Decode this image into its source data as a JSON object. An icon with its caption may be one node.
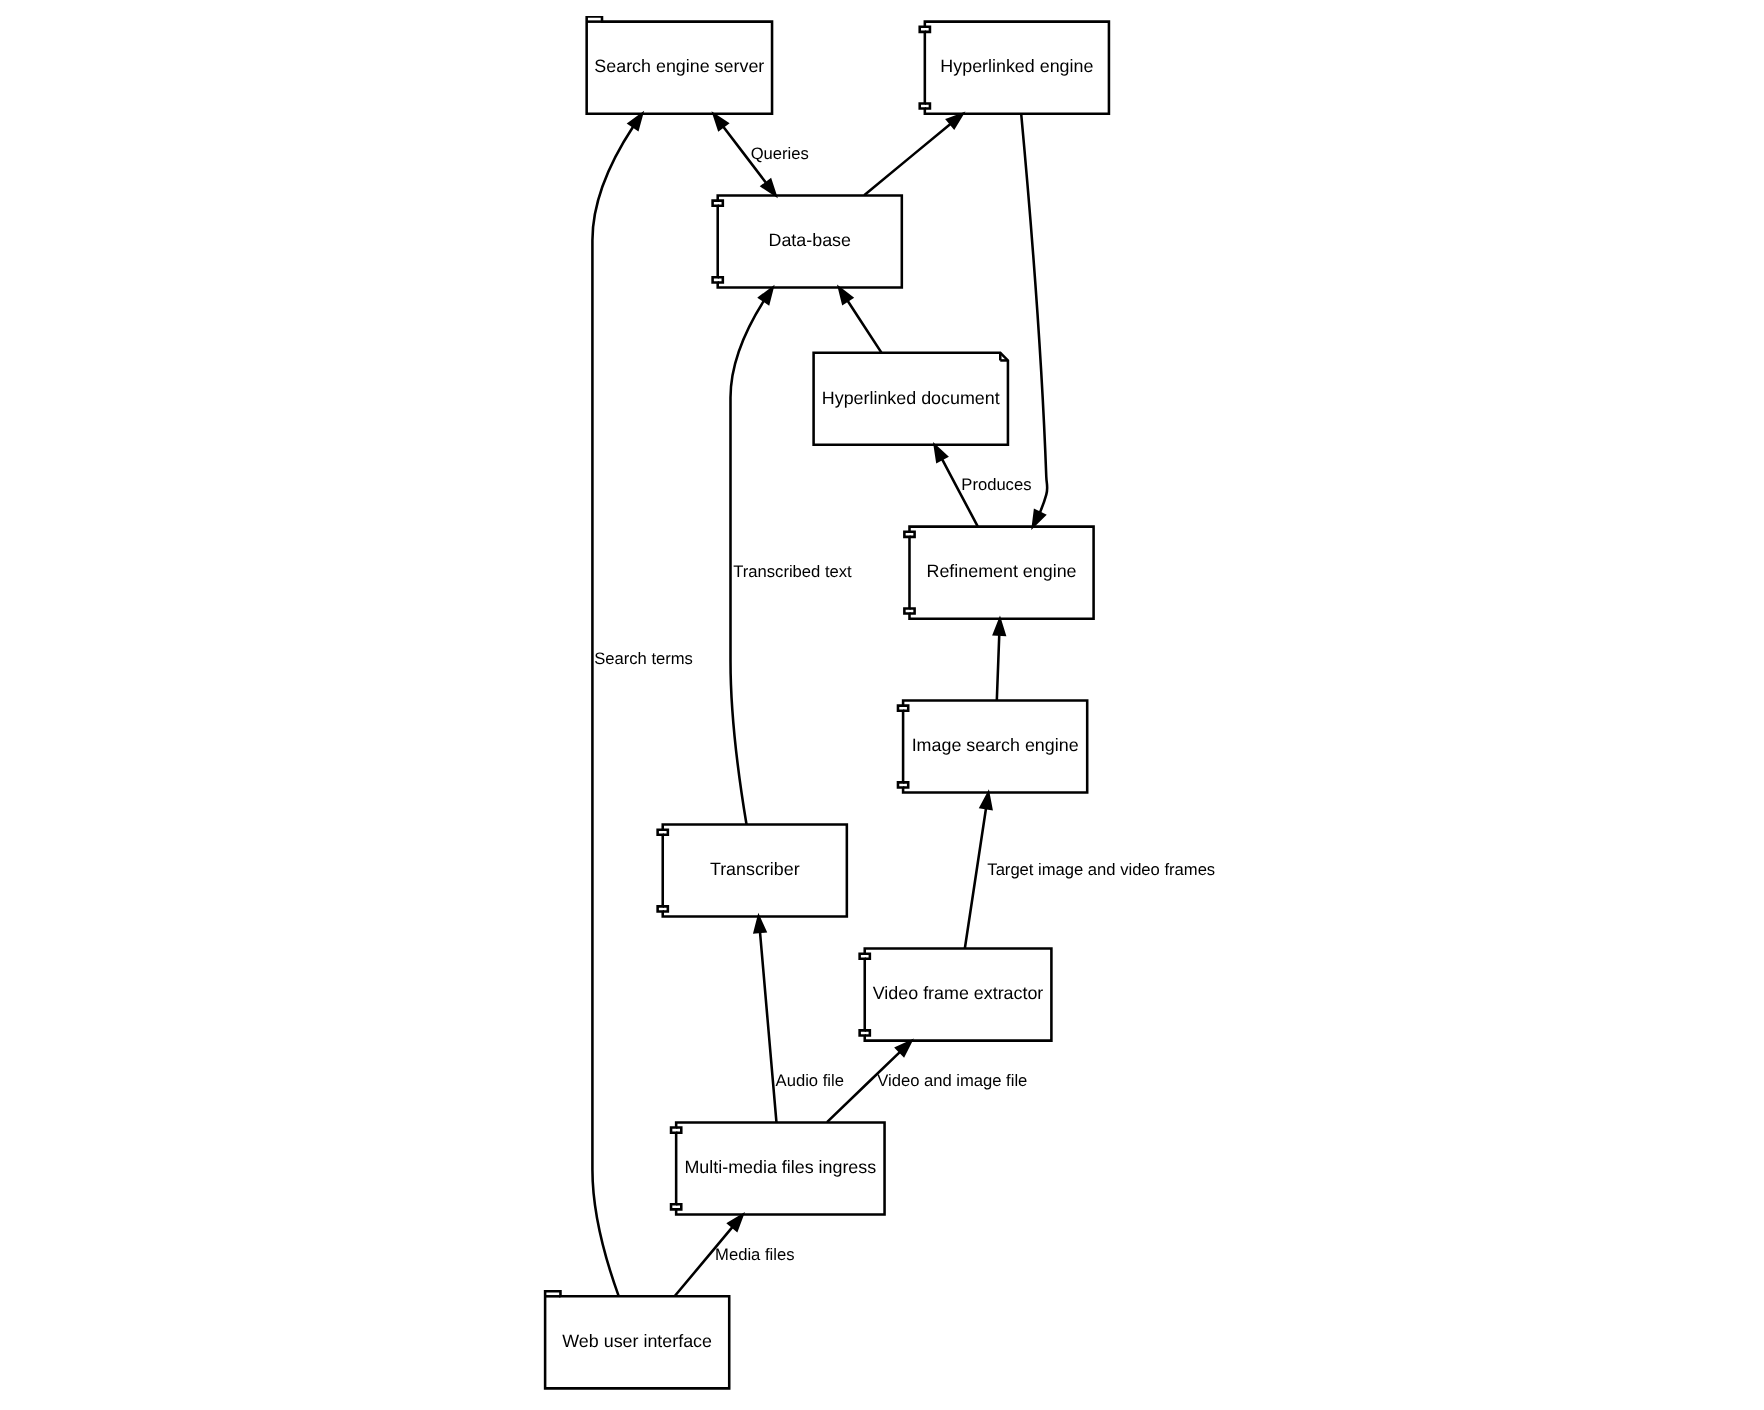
{
  "diagram": {
    "nodes": [
      {
        "text": [
          "Refinement engine"
        ]
      },
      {
        "text": [
          "Image search engine"
        ]
      },
      {
        "text": [
          "Hyperlinked document"
        ]
      },
      {
        "text": [
          "Hyperlinked engine"
        ]
      },
      {
        "text": [
          "Data-base"
        ]
      },
      {
        "text": [
          "Transcriber"
        ]
      },
      {
        "text": [
          "Video frame extractor"
        ]
      },
      {
        "text": [
          "Search engine server"
        ]
      },
      {
        "text": [
          "Multi-media files ingress"
        ]
      },
      {
        "text": [
          "Web user interface"
        ]
      }
    ],
    "edges": [
      {
        "from": 1,
        "to": 0,
        "arrow": "to"
      },
      {
        "from": 0,
        "to": 2,
        "arrow": "to",
        "label": "Produces"
      },
      {
        "from": 3,
        "to": 0,
        "arrow": "to"
      },
      {
        "from": 2,
        "to": 4,
        "arrow": "to"
      },
      {
        "from": 4,
        "to": 3,
        "arrow": "to"
      },
      {
        "from": 5,
        "to": 4,
        "arrow": "to",
        "label": "Transcribed text"
      },
      {
        "from": 4,
        "to": 7,
        "arrow": "both",
        "label": "Queries"
      },
      {
        "from": 6,
        "to": 1,
        "arrow": "to",
        "label": "Target image and video frames"
      },
      {
        "from": 8,
        "to": 6,
        "arrow": "to",
        "label": "Video and image file"
      },
      {
        "from": 8,
        "to": 5,
        "arrow": "to",
        "label": "Audio file"
      },
      {
        "from": 9,
        "to": 7,
        "arrow": "to",
        "label": "Search terms"
      },
      {
        "from": 9,
        "to": 8,
        "arrow": "to",
        "label": "Media files"
      }
    ]
  }
}
